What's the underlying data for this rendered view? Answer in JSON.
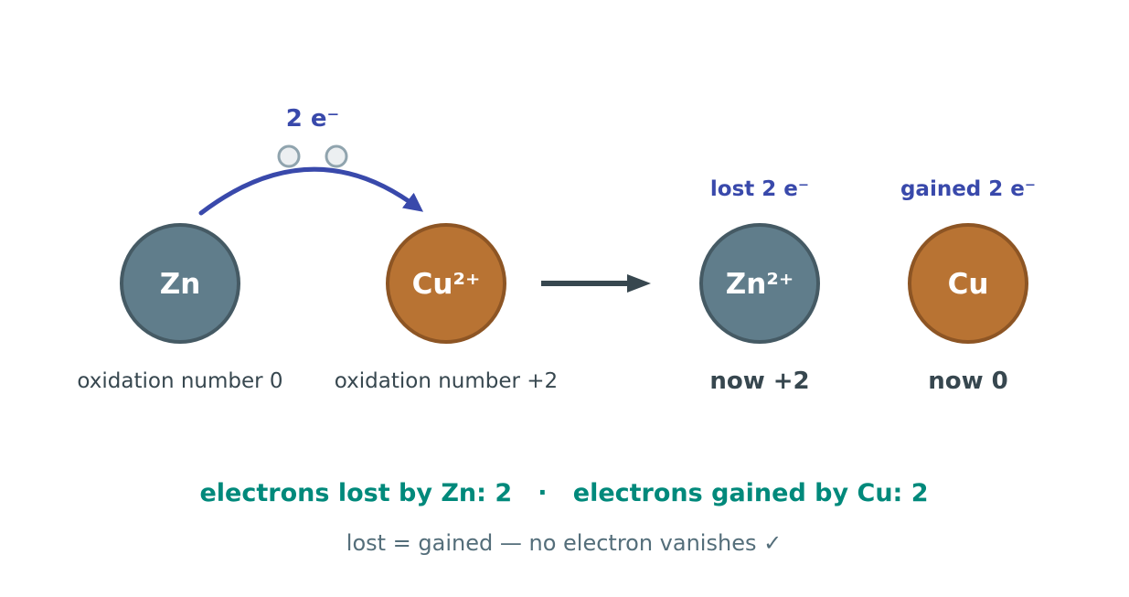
{
  "transfer": {
    "label": "2 e⁻"
  },
  "reactants": {
    "zn": {
      "symbol": "Zn",
      "oxidation": "oxidation number 0"
    },
    "cu_ion": {
      "symbol": "Cu²⁺",
      "oxidation": "oxidation number +2"
    }
  },
  "products": {
    "zn_ion": {
      "symbol": "Zn²⁺",
      "change": "lost 2 e⁻",
      "state": "now +2"
    },
    "cu": {
      "symbol": "Cu",
      "change": "gained 2 e⁻",
      "state": "now 0"
    }
  },
  "summary": {
    "line": "electrons lost by Zn: 2   ·   electrons gained by Cu: 2",
    "footer": "lost = gained — no electron vanishes ✓"
  },
  "colors": {
    "zinc_fill": "#607d8b",
    "zinc_stroke": "#455a64",
    "copper_fill": "#b87333",
    "copper_stroke": "#8d5524",
    "arrow_blue": "#3949ab",
    "reaction_arrow": "#37474f",
    "electron_fill": "#eceff1",
    "electron_stroke": "#90a4ae",
    "summary_teal": "#00897b",
    "footer_gray": "#546e7a"
  },
  "icons": {
    "transfer_arrow": "curved-arrow-icon",
    "reaction_arrow": "right-arrow-icon",
    "electron": "electron-dot-icon"
  }
}
